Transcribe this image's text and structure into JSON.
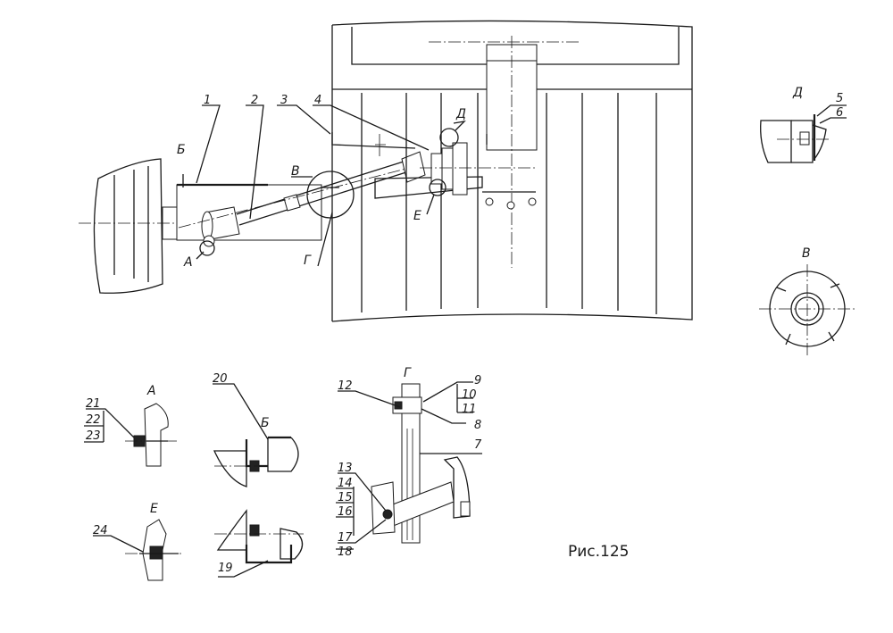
{
  "caption": "Рис.125",
  "main_view": {
    "callouts": [
      "1",
      "2",
      "3",
      "4"
    ],
    "detail_markers": {
      "A": "А",
      "B": "Б",
      "V": "В",
      "G": "Г",
      "D": "Д",
      "E": "Е"
    }
  },
  "views": {
    "D": {
      "title": "Д",
      "parts": [
        "5",
        "6"
      ]
    },
    "V": {
      "title": "В"
    },
    "A": {
      "title": "А",
      "parts": [
        "21",
        "22",
        "23"
      ]
    },
    "B": {
      "title": "Б",
      "parts": [
        "20"
      ]
    },
    "G": {
      "title": "Г",
      "parts": [
        "12",
        "9",
        "10",
        "11",
        "8",
        "7",
        "13",
        "14",
        "15",
        "16",
        "17",
        "18"
      ]
    },
    "E": {
      "title": "Е",
      "parts": [
        "24"
      ]
    },
    "B2": {
      "parts": [
        "19"
      ]
    }
  }
}
